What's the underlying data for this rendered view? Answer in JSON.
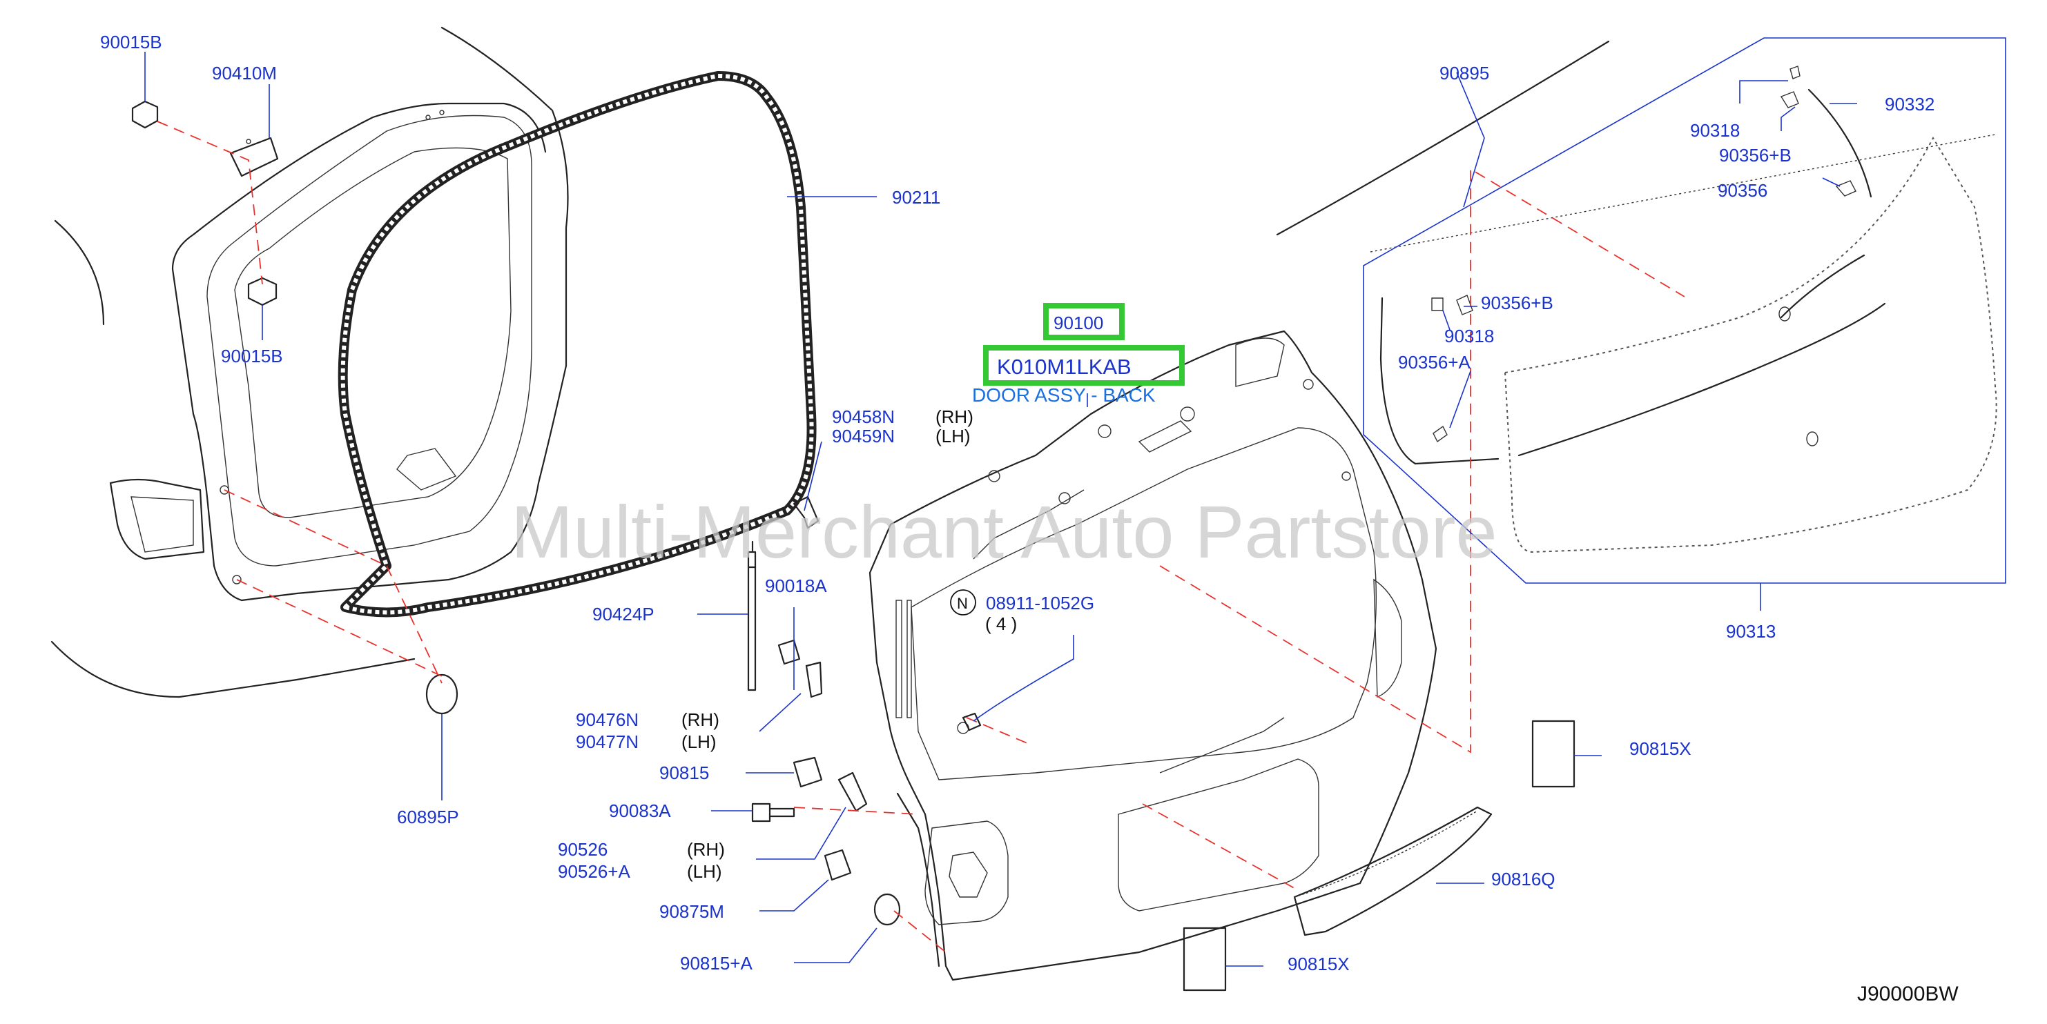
{
  "watermark": "Multi-Merchant Auto Partstore",
  "diagram_ref": "J90000BW",
  "highlight": {
    "part_no": "90100",
    "code": "K010M1LKAB",
    "description": "DOOR ASSY - BACK",
    "color": "#34c834"
  },
  "colors": {
    "label": "#1a33cc",
    "dash": "#e8322e"
  },
  "labels": {
    "p90015b_top": "90015B",
    "p90410m": "90410M",
    "p90015b": "90015B",
    "p90211": "90211",
    "p90458n": "90458N",
    "p90459n": "90459N",
    "rh": "(RH)",
    "lh": "(LH)",
    "p90018a": "90018A",
    "p90424p": "90424P",
    "p90476n": "90476N",
    "p90477n": "90477N",
    "p90815": "90815",
    "p90083a": "90083A",
    "p90526": "90526",
    "p90526a": "90526+A",
    "p90875m": "90875M",
    "p90815a": "90815+A",
    "p60895p": "60895P",
    "n_mark": "N",
    "p08911": "08911-1052G",
    "qty": "( 4 )",
    "p90895": "90895",
    "p90318_top": "90318",
    "p90332": "90332",
    "p90356b_top": "90356+B",
    "p90356": "90356",
    "p90356b": "90356+B",
    "p90318": "90318",
    "p90356a": "90356+A",
    "p90313": "90313",
    "p90815x_top": "90815X",
    "p90816q": "90816Q",
    "p90815x_bot": "90815X"
  }
}
